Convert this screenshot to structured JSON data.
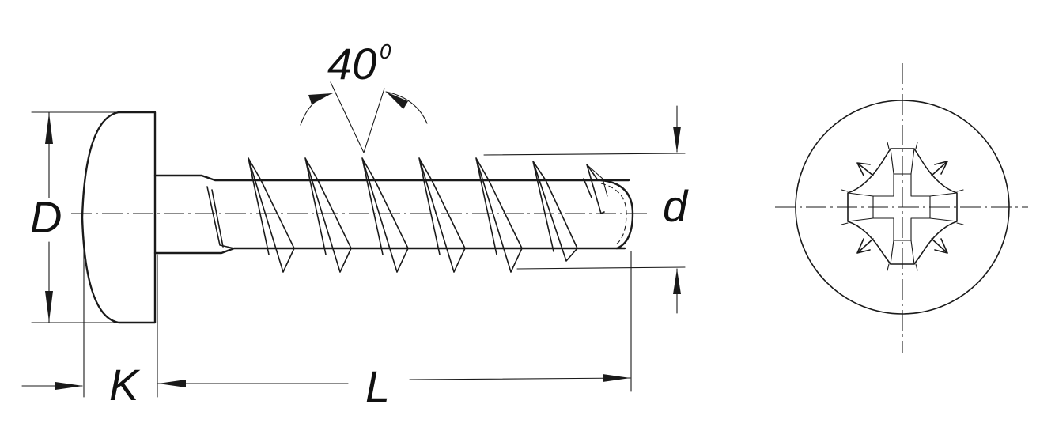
{
  "labels": {
    "angle": "40",
    "angle_unit": "0",
    "head_diameter": "D",
    "head_height": "K",
    "length": "L",
    "thread_diameter": "d"
  },
  "colors": {
    "ink": "#1a1a1a",
    "paper": "#ffffff"
  },
  "icons": {
    "drive": "pozidriv-cross-recess-icon"
  }
}
